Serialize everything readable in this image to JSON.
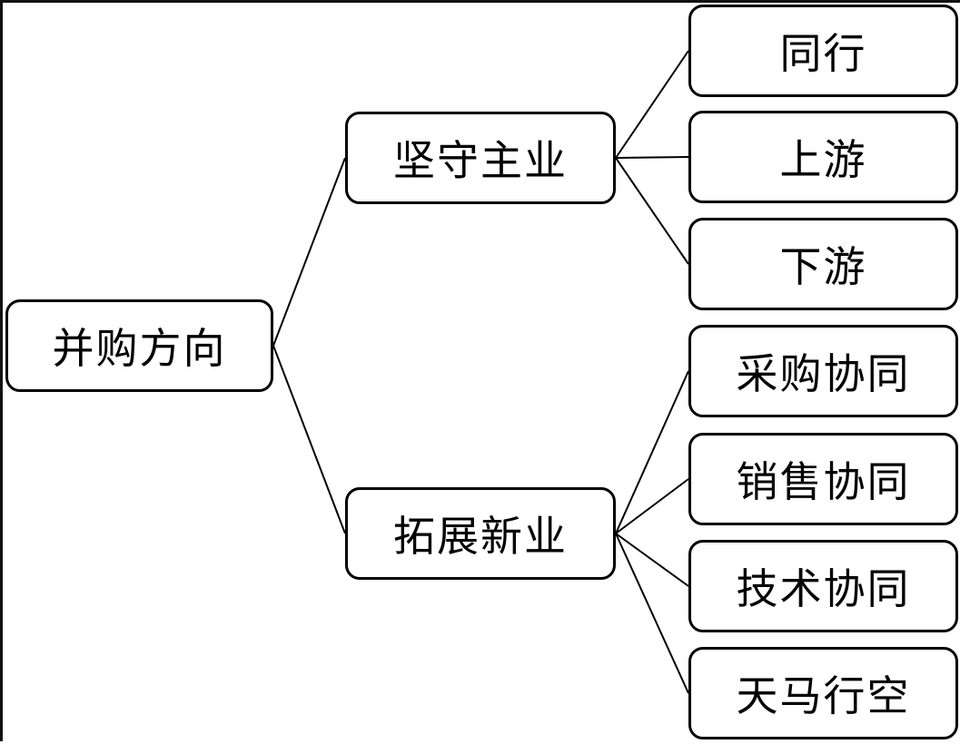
{
  "root": {
    "label": "并购方向"
  },
  "branches": [
    {
      "label": "坚守主业",
      "children": [
        "同行",
        "上游",
        "下游"
      ]
    },
    {
      "label": "拓展新业",
      "children": [
        "采购协同",
        "销售协同",
        "技术协同",
        "天马行空"
      ]
    }
  ]
}
